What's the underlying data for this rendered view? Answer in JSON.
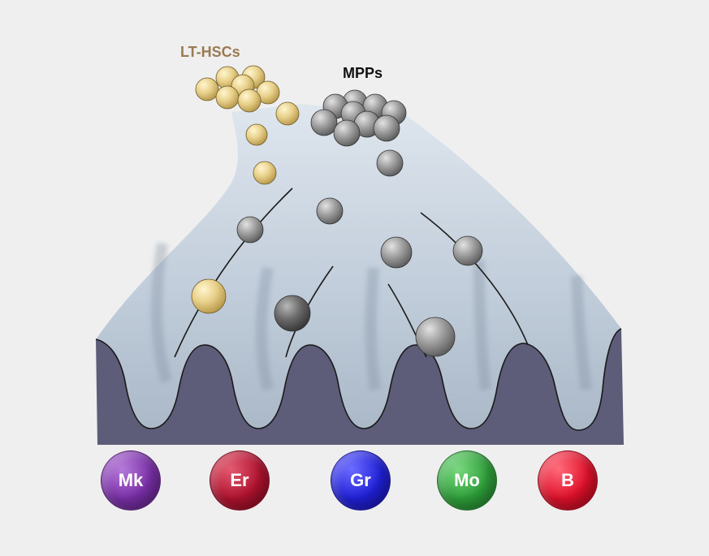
{
  "labels": {
    "lt_hscs": "LT-HSCs",
    "mpps": "MPPs"
  },
  "lineages": [
    {
      "name": "Mk",
      "color": "#7a2fa8",
      "highlight": "#b57ad9"
    },
    {
      "name": "Er",
      "color": "#b0122e",
      "highlight": "#e35a70"
    },
    {
      "name": "Gr",
      "color": "#2020d8",
      "highlight": "#6b6bff"
    },
    {
      "name": "Mo",
      "color": "#2ea03a",
      "highlight": "#7ad880"
    },
    {
      "name": "B",
      "color": "#e0102a",
      "highlight": "#ff6a7a"
    }
  ],
  "colors": {
    "background": "#efefef",
    "surface": "#c3cfdc",
    "base": "#5d5d79",
    "lt_hsc_cell": "#e4cc7e",
    "mpp_cell": "#9a9a9a"
  }
}
